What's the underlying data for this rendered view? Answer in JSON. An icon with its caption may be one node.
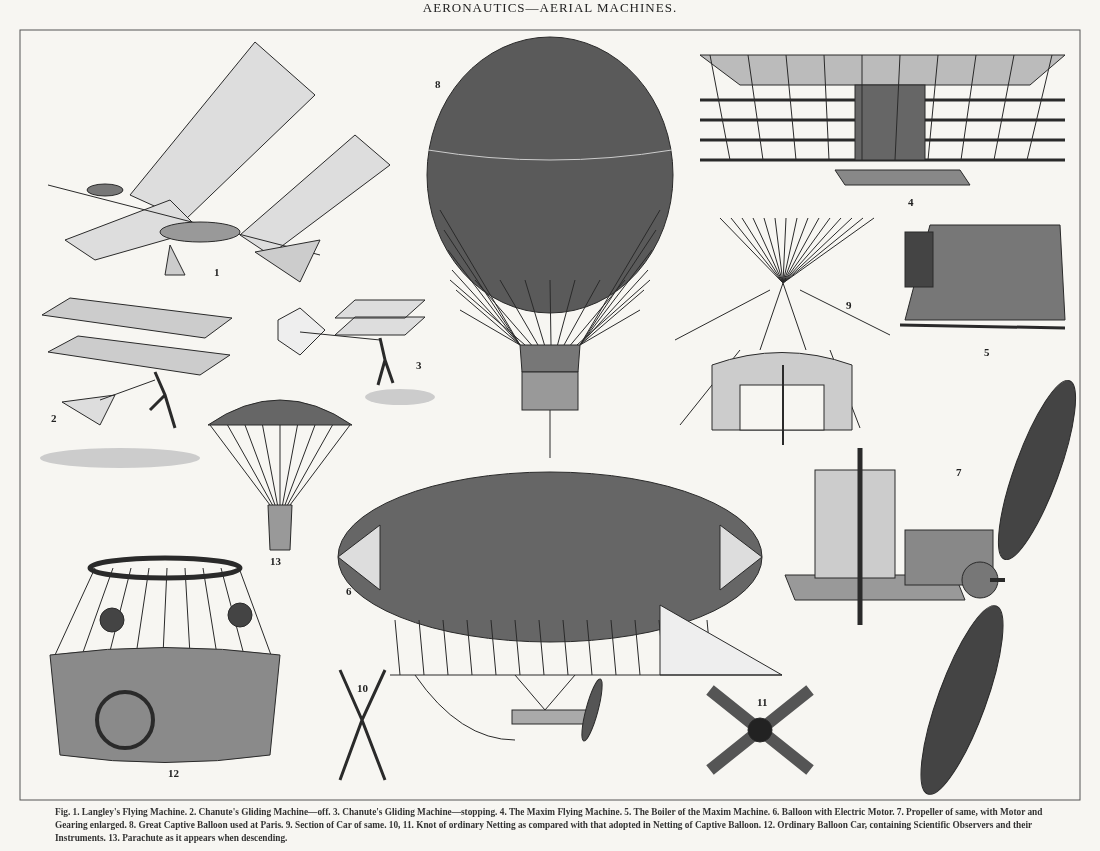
{
  "diagram": {
    "title": "AERONAUTICS—AERIAL MACHINES.",
    "caption": "Fig. 1. Langley's Flying Machine. 2. Chanute's Gliding Machine—off. 3. Chanute's Gliding Machine—stopping. 4. The Maxim Flying Machine. 5. The Boiler of the Maxim Machine. 6. Balloon with Electric Motor. 7. Propeller of same, with Motor and Gearing enlarged. 8. Great Captive Balloon used at Paris. 9. Section of Car of same. 10, 11. Knot of ordinary Netting as compared with that adopted in Netting of Captive Balloon. 12. Ordinary Balloon Car, containing Scientific Observers and their Instruments. 13. Parachute as it appears when descending.",
    "labels": [
      "8",
      "4",
      "1",
      "9",
      "5",
      "3",
      "2",
      "7",
      "13",
      "6",
      "10",
      "11",
      "12"
    ]
  }
}
